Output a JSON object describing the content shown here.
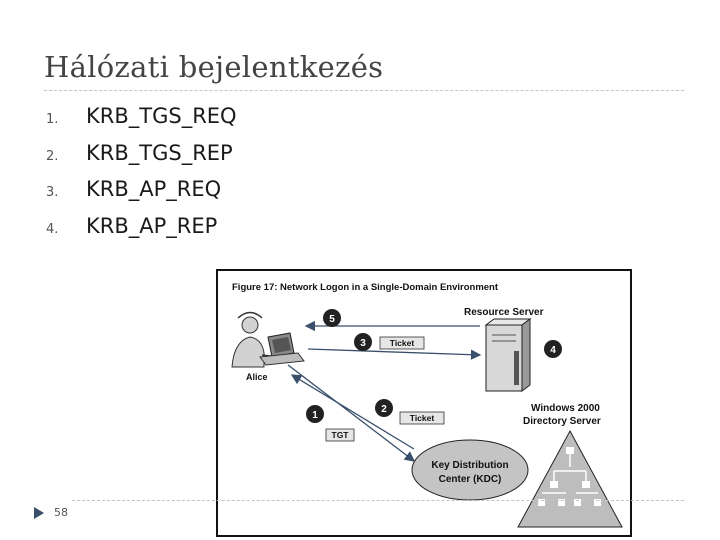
{
  "slide": {
    "title": "Hálózati bejelentkezés",
    "page_number": "58",
    "steps": [
      {
        "number": "1.",
        "label": "KRB_TGS_REQ"
      },
      {
        "number": "2.",
        "label": "KRB_TGS_REP"
      },
      {
        "number": "3.",
        "label": "KRB_AP_REQ"
      },
      {
        "number": "4.",
        "label": "KRB_AP_REP"
      }
    ]
  },
  "figure": {
    "caption": "Figure 17: Network Logon in a Single-Domain Environment",
    "resource_server": "Resource Server",
    "client_name": "Alice",
    "directory_server_line1": "Windows 2000",
    "directory_server_line2": "Directory Server",
    "kdc_line1": "Key Distribution",
    "kdc_line2": "Center (KDC)",
    "tgt_label": "TGT",
    "ticket_label_1": "Ticket",
    "ticket_label_2": "Ticket",
    "step_markers": [
      "1",
      "2",
      "3",
      "4",
      "5"
    ]
  },
  "colors": {
    "title_text": "#444444",
    "rule": "#c4c4c4",
    "accent_arrow": "#3a4f6b",
    "figure_fill": "#bdbdbd"
  }
}
